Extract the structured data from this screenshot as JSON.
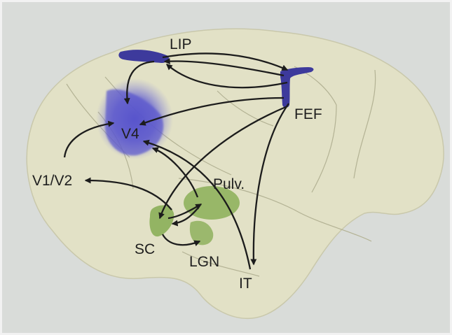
{
  "diagram": {
    "labels": {
      "lip": "LIP",
      "fef": "FEF",
      "v4": "V4",
      "v1v2": "V1/V2",
      "pulv": "Pulv.",
      "sc": "SC",
      "lgn": "LGN",
      "it": "IT"
    },
    "colors": {
      "background": "#d9dcd9",
      "brain": "#e2e1c6",
      "sulcus": "#b3b294",
      "cortical_area": "#3d3a9c",
      "v4_area": "#5d5ad0",
      "subcortical": "#93b463",
      "arrow": "#1c1c1c",
      "text": "#1e1e1e"
    }
  }
}
